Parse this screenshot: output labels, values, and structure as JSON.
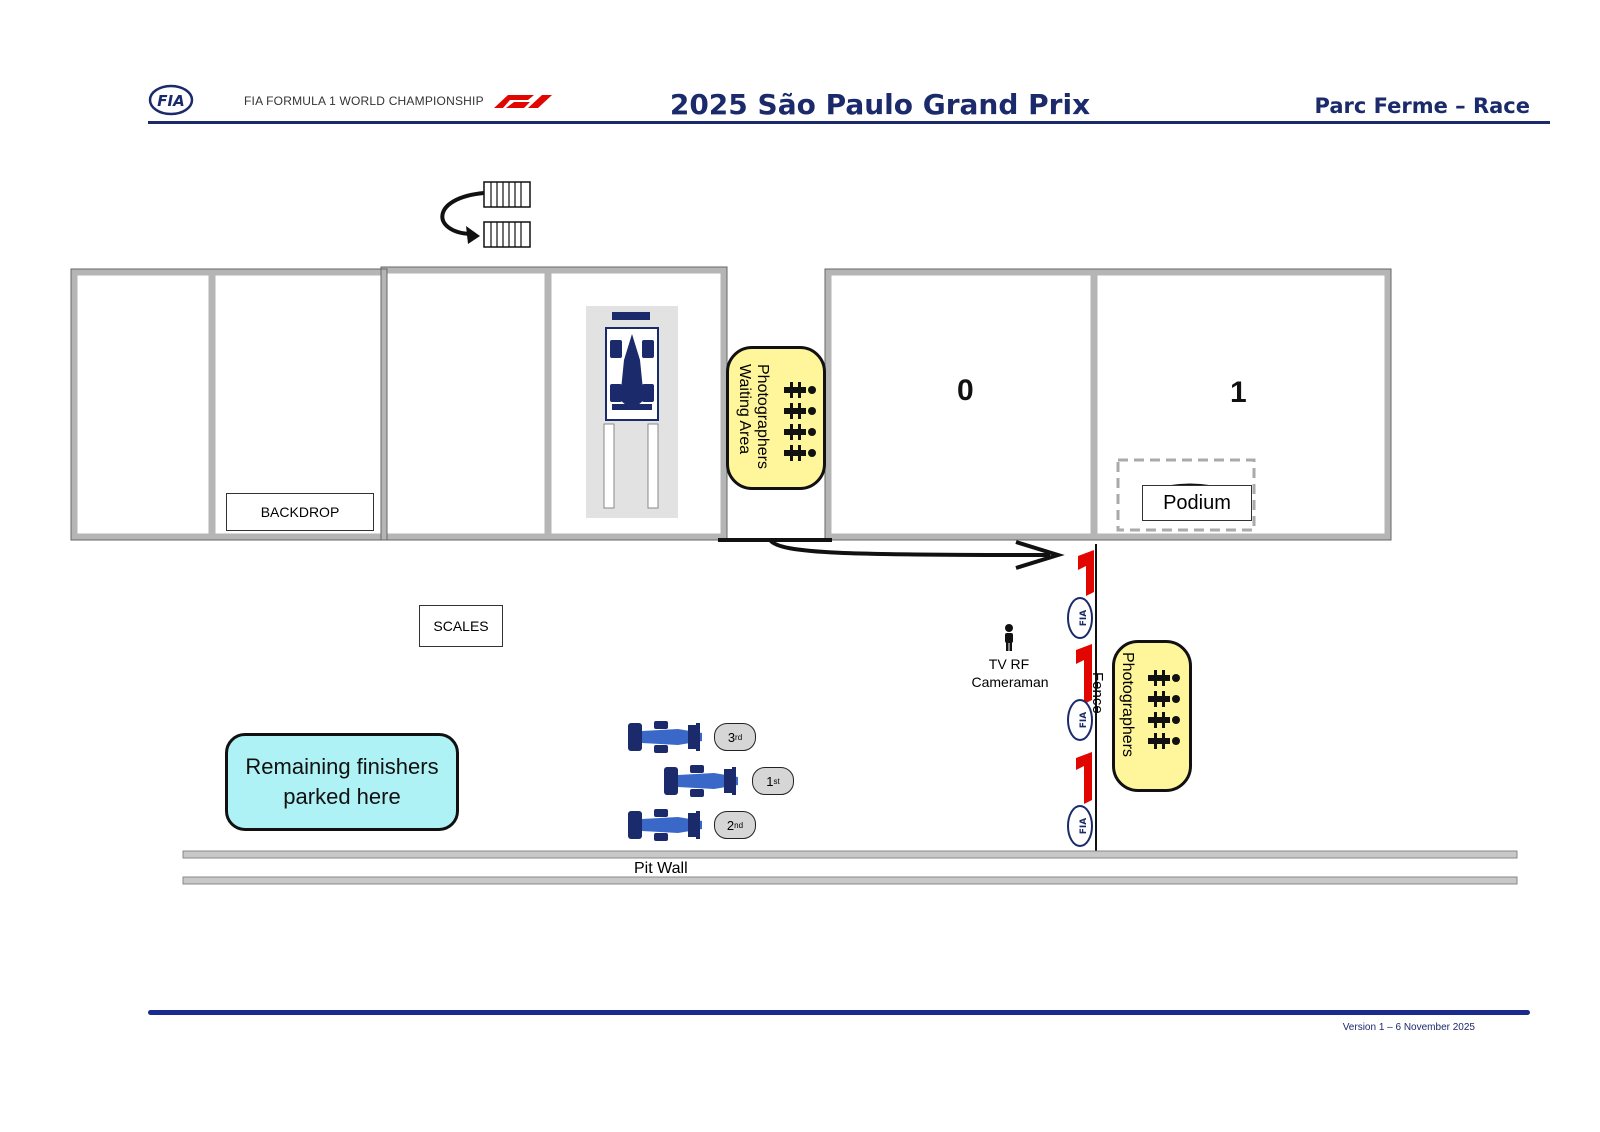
{
  "header": {
    "fia_logo": "FIA",
    "championship": "FIA FORMULA 1 WORLD CHAMPIONSHIP",
    "f1_logo": "F1",
    "title": "2025 São Paulo Grand Prix",
    "subtitle": "Parc Ferme – Race"
  },
  "labels": {
    "backdrop": "BACKDROP",
    "scales": "SCALES",
    "photographers_waiting": "Photographers Waiting Area",
    "photographers": "Photographers",
    "fence": "Fence",
    "tv_line1": "TV RF",
    "tv_line2": "Cameraman",
    "podium": "Podium",
    "zone_0": "0",
    "zone_1": "1",
    "remaining_line1": "Remaining finishers",
    "remaining_line2": "parked here",
    "pit_wall": "Pit Wall"
  },
  "positions": {
    "third_num": "3",
    "third_suffix": "rd",
    "first_num": "1",
    "first_suffix": "st",
    "second_num": "2",
    "second_suffix": "nd"
  },
  "footer": {
    "version": "Version 1 – 6 November 2025"
  },
  "colors": {
    "brand_navy": "#1b2a6b",
    "f1_red": "#e10600",
    "photographer_yellow": "#fff59a",
    "remaining_cyan": "#aef2f5",
    "wall_grey": "#b5b5b5"
  },
  "icons": [
    "fia-logo-icon",
    "f1-logo-icon",
    "stairs-icon",
    "curved-arrow-icon",
    "car-icon",
    "person-icon",
    "fia-roundel-icon",
    "f1-fence-icon"
  ]
}
